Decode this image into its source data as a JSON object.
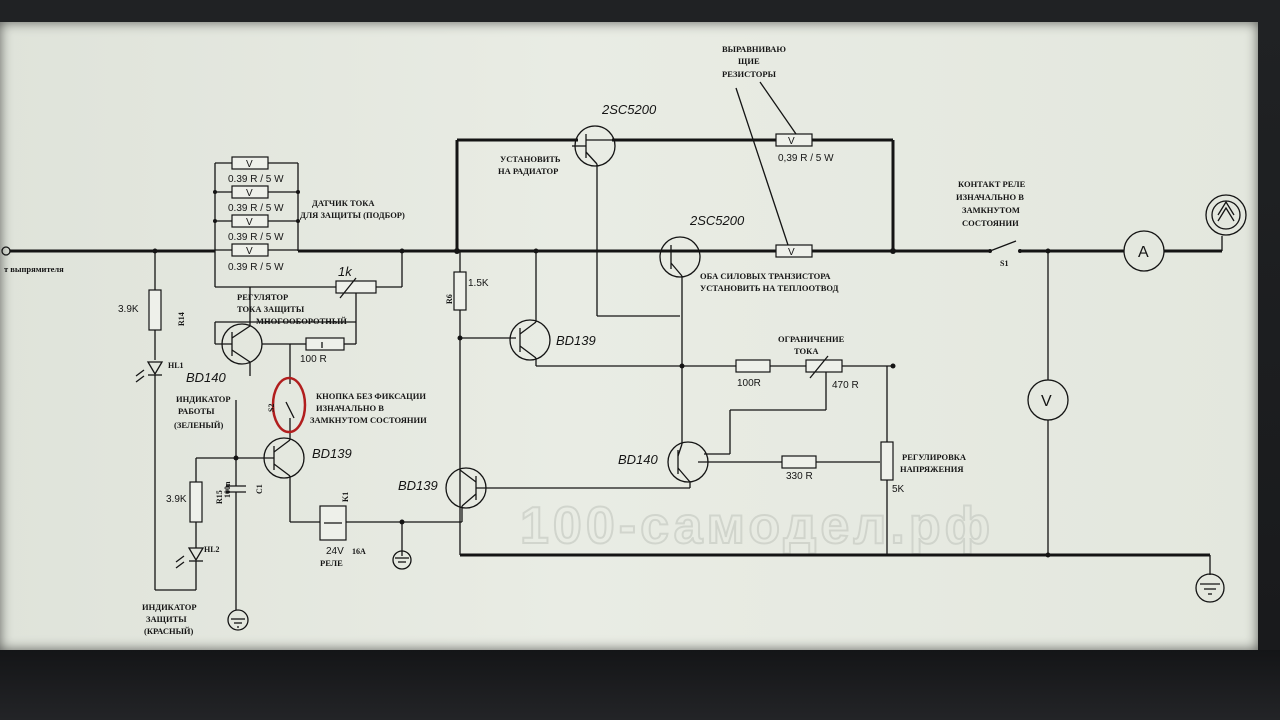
{
  "watermark": "100-самодел.рф",
  "labels": {
    "rectifier": "т выпрямителя",
    "sensor": "ДАТЧИК ТОКА",
    "sensor2": "ДЛЯ ЗАЩИТЫ   (ПОДБОР)",
    "regulator1": "РЕГУЛЯТОР",
    "regulator2": "ТОКА ЗАЩИТЫ",
    "regulator3": "МНОГООБОРОТНЫЙ",
    "button1": "КНОПКА БЕЗ ФИКСАЦИИ",
    "button2": "ИЗНАЧАЛЬНО В",
    "button3": "ЗАМКНУТОМ СОСТОЯНИИ",
    "ind_work1": "ИНДИКАТОР",
    "ind_work2": "РАБОТЫ",
    "ind_work3": "(ЗЕЛЕНЫЙ)",
    "ind_prot1": "ИНДИКАТОР",
    "ind_prot2": "ЗАЩИТЫ",
    "ind_prot3": "(КРАСНЫЙ)",
    "radiator1": "УСТАНОВИТЬ",
    "radiator2": "НА РАДИАТОР",
    "balance1": "ВЫРАВНИВАЮ",
    "balance2": "ЩИЕ",
    "balance3": "РЕЗИСТОРЫ",
    "both1": "ОБА СИЛОВЫХ ТРАНЗИСТОРА",
    "both2": "УСТАНОВИТЬ НА ТЕПЛООТВОД",
    "limit1": "ОГРАНИЧЕНИЕ",
    "limit2": "ТОКА",
    "voltadj1": "РЕГУЛИРОВКА",
    "voltadj2": "НАПРЯЖЕНИЯ",
    "relay_contact1": "КОНТАКТ РЕЛЕ",
    "relay_contact2": "ИЗНАЧАЛЬНО В",
    "relay_contact3": "ЗАМКНУТОМ",
    "relay_contact4": "СОСТОЯНИИ",
    "relay": "РЕЛЕ"
  },
  "components": {
    "q1": "2SC5200",
    "q2": "2SC5200",
    "bd139_a": "BD139",
    "bd139_b": "BD139",
    "bd139_c": "BD139",
    "bd140_a": "BD140",
    "bd140_b": "BD140",
    "r_sense_val": "0.39 R / 5 W",
    "r_sense_mark": "V",
    "r_bal_val": "0,39 R / 5 W",
    "r_bal_mark": "V",
    "pot_1k": "1k",
    "r_100": "100 R",
    "r_100r": "100R",
    "pot_470": "470 R",
    "r_330": "330 R",
    "pot_5k": "5K",
    "r6_name": "R6",
    "r6_val": "1.5K",
    "r14_name": "R14",
    "r14_val": "3.9K",
    "r15_name": "R15",
    "r15_val": "3.9K",
    "hl1": "HL1",
    "hl2": "HL2",
    "c1_name": "C1",
    "c1_val": "100n",
    "s2": "S2",
    "s1": "S1",
    "k1": "K1",
    "relay_v": "24V",
    "relay_a": "16A",
    "ammeter": "A",
    "voltmeter": "V"
  }
}
